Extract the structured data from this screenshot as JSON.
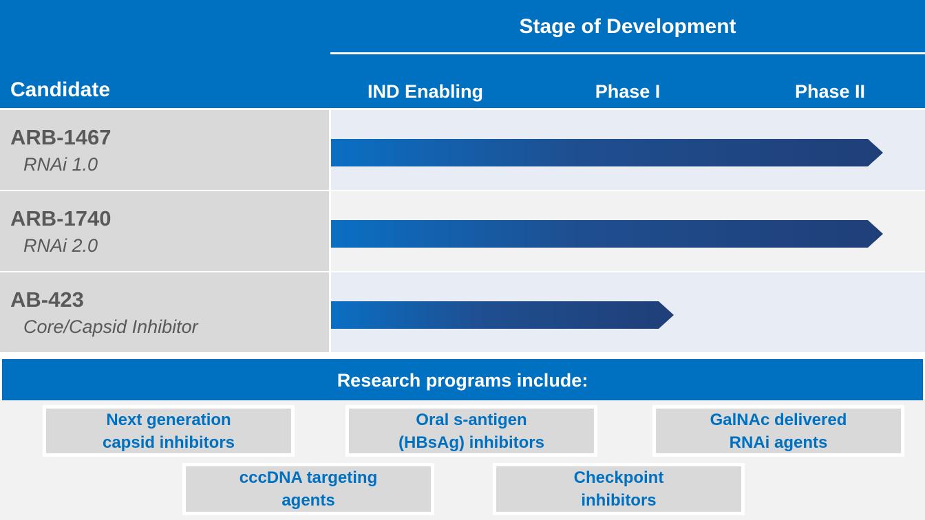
{
  "header": {
    "stage_title": "Stage of Development",
    "candidate_label": "Candidate",
    "phases": [
      "IND Enabling",
      "Phase I",
      "Phase II"
    ]
  },
  "candidates": [
    {
      "name": "ARB-1467",
      "type": "RNAi 1.0",
      "progress_to": "Phase II"
    },
    {
      "name": "ARB-1740",
      "type": "RNAi 2.0",
      "progress_to": "Phase II"
    },
    {
      "name": "AB-423",
      "type": "Core/Capsid Inhibitor",
      "progress_to": "Phase I"
    }
  ],
  "research": {
    "title": "Research programs include:",
    "programs": [
      "Next generation\ncapsid inhibitors",
      "Oral s-antigen\n(HBsAg) inhibitors",
      "GalNAc delivered\nRNAi agents",
      "cccDNA targeting\nagents",
      "Checkpoint\ninhibitors"
    ]
  },
  "colors": {
    "brand_blue": "#0070c0",
    "bar_dark": "#1f3f78",
    "row_gray": "#d9d9d9",
    "text_gray": "#595959"
  }
}
